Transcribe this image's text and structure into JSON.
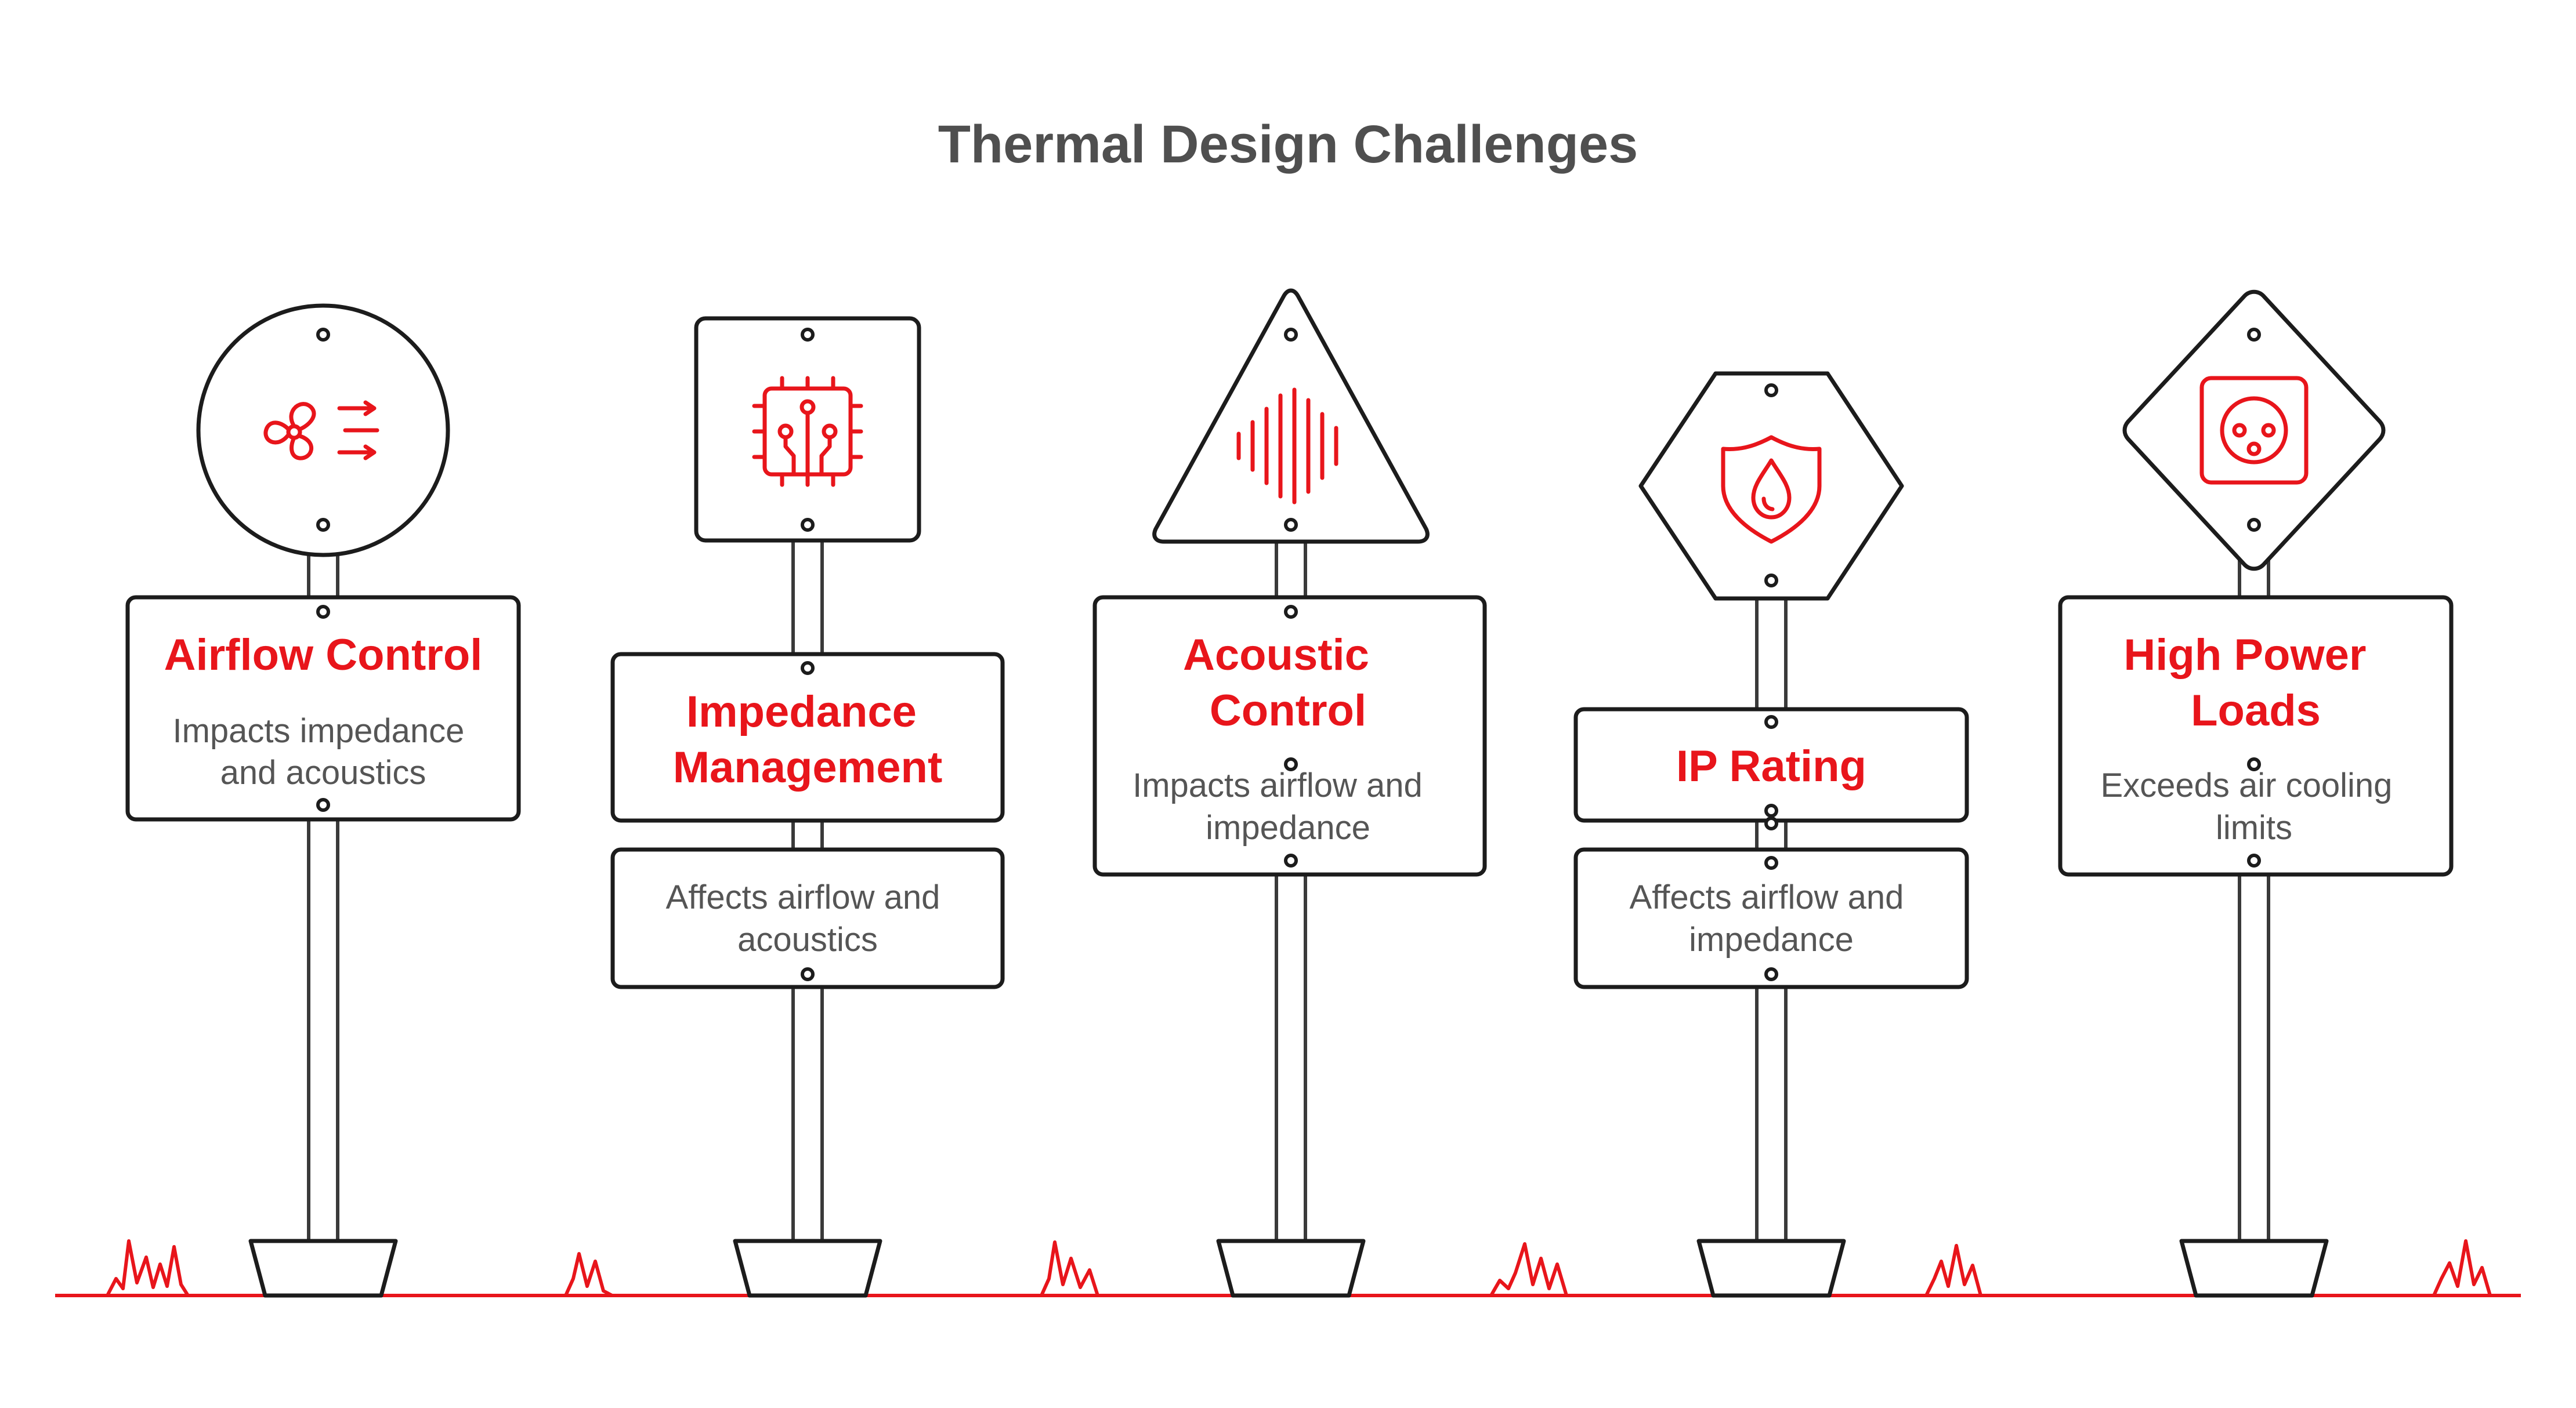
{
  "title": "Thermal Design Challenges",
  "colors": {
    "accent": "#e8151b",
    "outline": "#1c1c1c",
    "text": "#555555",
    "title": "#4f4f4f"
  },
  "signs": [
    {
      "shape": "circle",
      "icon": "fan-airflow-icon",
      "heading_lines": [
        "Airflow Control"
      ],
      "description_lines": [
        "Impacts impedance",
        "and acoustics"
      ]
    },
    {
      "shape": "square",
      "icon": "circuit-chip-icon",
      "heading_lines": [
        "Impedance",
        "Management"
      ],
      "description_lines": [
        "Affects airflow and",
        "acoustics"
      ]
    },
    {
      "shape": "triangle",
      "icon": "sound-wave-icon",
      "heading_lines": [
        "Acoustic",
        "Control"
      ],
      "description_lines": [
        "Impacts airflow and",
        "impedance"
      ]
    },
    {
      "shape": "hexagon",
      "icon": "water-drop-shield-icon",
      "heading_lines": [
        "IP Rating"
      ],
      "description_lines": [
        "Affects airflow and",
        "impedance"
      ]
    },
    {
      "shape": "diamond",
      "icon": "power-socket-icon",
      "heading_lines": [
        "High Power",
        "Loads"
      ],
      "description_lines": [
        "Exceeds air cooling",
        "limits"
      ]
    }
  ]
}
